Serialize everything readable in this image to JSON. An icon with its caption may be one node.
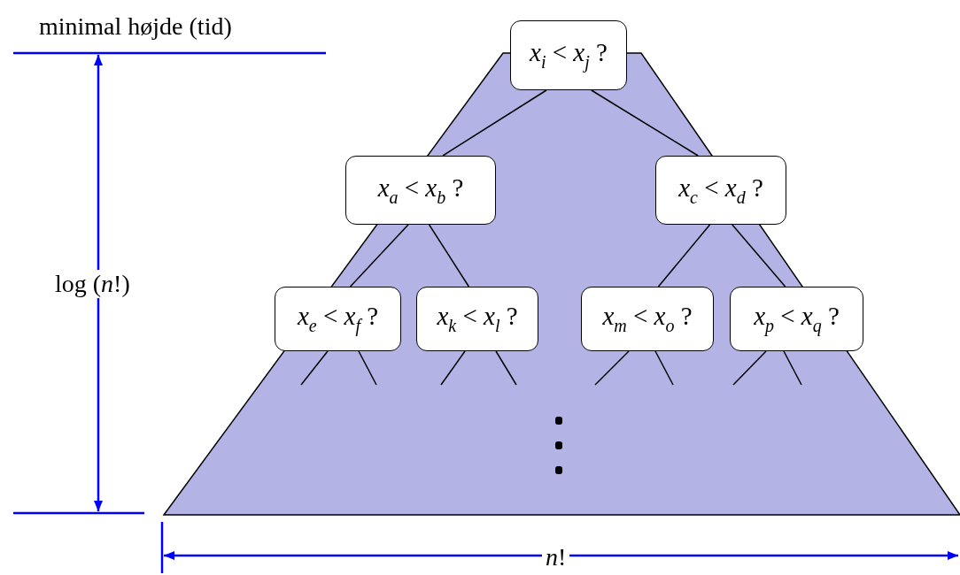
{
  "diagram": {
    "nodes": [
      {
        "text": [
          "*x*$_{i}$ < *x*$_{j}$ ?"
        ]
      },
      {
        "text": [
          "*x*$_{a}$ < *x*$_{b}$ ?"
        ]
      },
      {
        "text": [
          "*x*$_{c}$ < *x*$_{d}$ ?"
        ]
      },
      {
        "text": [
          "*x*$_{e}$ < *x*$_{f}$ ?"
        ]
      },
      {
        "text": [
          "*x*$_{k}$ < *x*$_{l}$ ?"
        ]
      },
      {
        "text": [
          "*x*$_{m}$ < *x*$_{o}$ ?"
        ]
      },
      {
        "text": [
          "*x*$_{p}$ < *x*$_{q}$ ?"
        ]
      }
    ],
    "edges": [
      {
        "from": 0,
        "to": 1,
        "arrow": "none"
      },
      {
        "from": 0,
        "to": 2,
        "arrow": "none"
      },
      {
        "from": 1,
        "to": 3,
        "arrow": "none"
      },
      {
        "from": 1,
        "to": 4,
        "arrow": "none"
      },
      {
        "from": 2,
        "to": 5,
        "arrow": "none"
      },
      {
        "from": 2,
        "to": 6,
        "arrow": "none"
      },
      {
        "from": 3,
        "to": null,
        "arrow": "none"
      },
      {
        "from": 3,
        "to": null,
        "arrow": "none"
      },
      {
        "from": 4,
        "to": null,
        "arrow": "none"
      },
      {
        "from": 4,
        "to": null,
        "arrow": "none"
      },
      {
        "from": 5,
        "to": null,
        "arrow": "none"
      },
      {
        "from": 5,
        "to": null,
        "arrow": "none"
      },
      {
        "from": 6,
        "to": null,
        "arrow": "none"
      },
      {
        "from": 6,
        "to": null,
        "arrow": "none"
      }
    ],
    "labels": [
      "minimal højde (tid)",
      "log (*n*!)",
      "*n*!"
    ]
  }
}
